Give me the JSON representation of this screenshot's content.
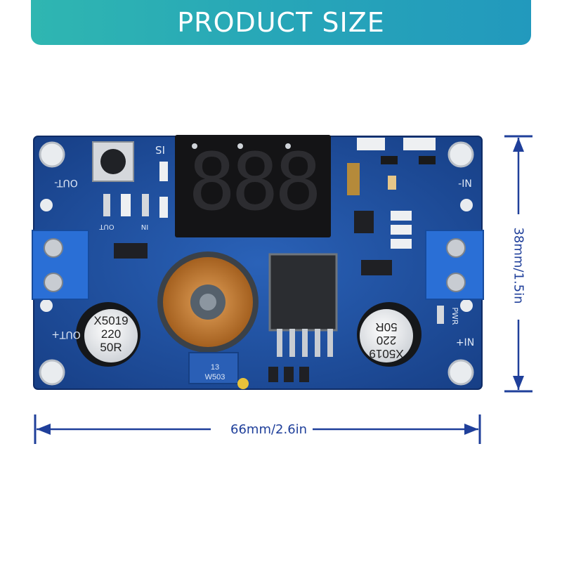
{
  "banner": {
    "title": "PRODUCT SIZE"
  },
  "dimensions": {
    "width_label": "66mm/2.6in",
    "height_label": "38mm/1.5in"
  },
  "board": {
    "silkscreen": {
      "out_minus": "OUT-",
      "out_plus": "OUT+",
      "in_minus": "-IN",
      "in_plus": "+IN",
      "pwr": "PWR",
      "is": "IS",
      "out_small": "OUT",
      "in_small": "IN"
    },
    "display_digits": "888",
    "capacitor_left": {
      "line1": "X5019",
      "line2": "220",
      "line3": "50R"
    },
    "capacitor_right": {
      "line1": "X5019",
      "line2": "220",
      "line3": "50R"
    },
    "potentiometer": {
      "top": "13",
      "bottom": "W503"
    }
  },
  "colors": {
    "banner": "#27a6b8",
    "pcb": "#1d4f9e",
    "dimension_line": "#1f3f9a"
  }
}
